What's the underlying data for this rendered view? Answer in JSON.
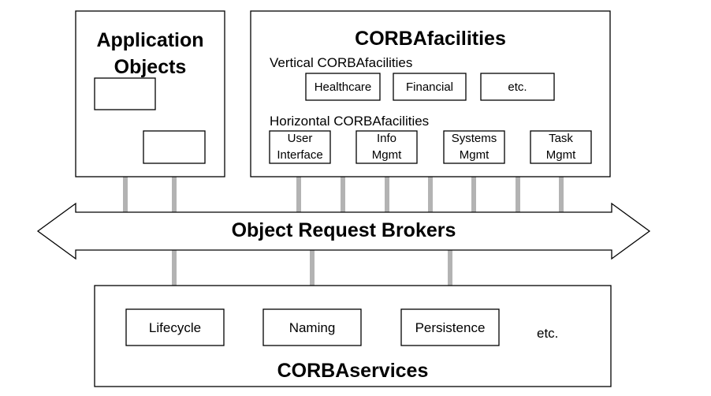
{
  "application_objects": {
    "title_line1": "Application",
    "title_line2": "Objects"
  },
  "corbafacilities": {
    "title": "CORBAfacilities",
    "vertical_label": "Vertical CORBAfacilities",
    "vertical_items": [
      "Healthcare",
      "Financial",
      "etc."
    ],
    "horizontal_label": "Horizontal CORBAfacilities",
    "horizontal_items": [
      {
        "line1": "User",
        "line2": "Interface"
      },
      {
        "line1": "Info",
        "line2": "Mgmt"
      },
      {
        "line1": "Systems",
        "line2": "Mgmt"
      },
      {
        "line1": "Task",
        "line2": "Mgmt"
      }
    ]
  },
  "orb": {
    "label": "Object Request Brokers"
  },
  "corbaservices": {
    "title": "CORBAservices",
    "items": [
      "Lifecycle",
      "Naming",
      "Persistence"
    ],
    "etc": "etc."
  },
  "colors": {
    "connector": "#b3b3b3",
    "stroke": "#000000",
    "background": "#ffffff"
  }
}
